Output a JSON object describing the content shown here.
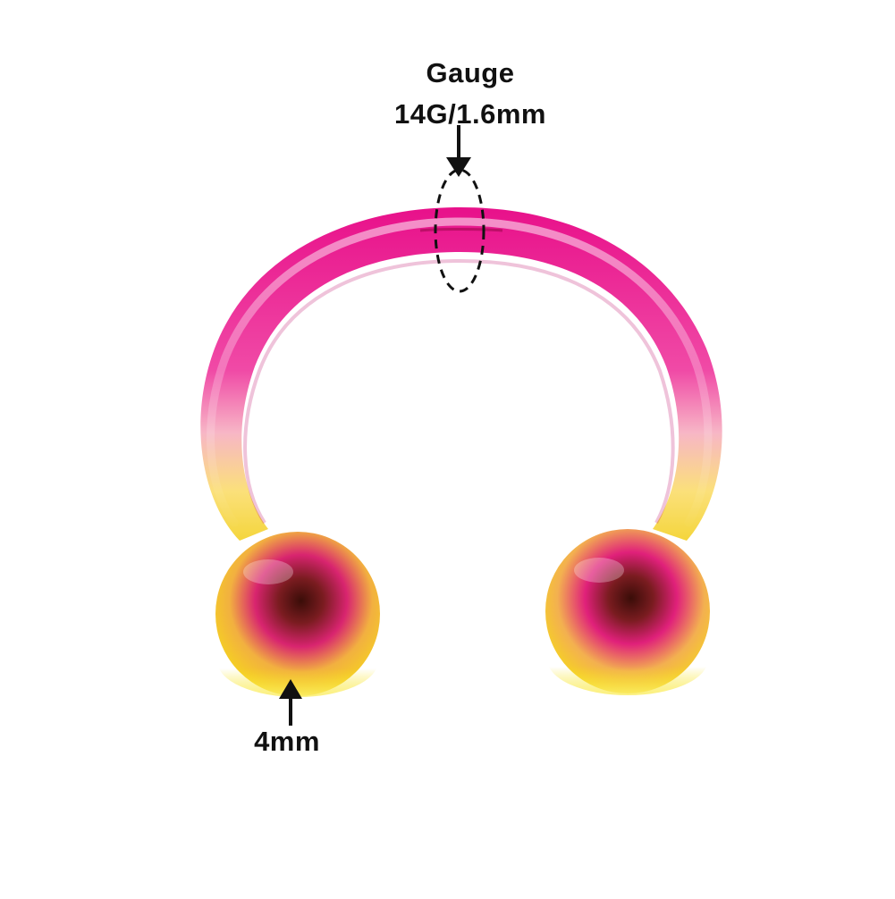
{
  "annotations": {
    "gauge_title": "Gauge",
    "gauge_value": "14G/1.6mm",
    "ball_size": "4mm"
  },
  "colors": {
    "pink": "#e8108a",
    "pink_light": "#f78ac7",
    "pink_dark": "#a0084f",
    "yellow": "#f7e21a",
    "yellow_light": "#fdf7a0",
    "ball_dark": "#5a1a10",
    "ink": "#111111",
    "background": "#ffffff"
  },
  "icons": {
    "gauge_marker": "dashed-ellipse",
    "pointer": "arrow-down / arrow-up"
  }
}
